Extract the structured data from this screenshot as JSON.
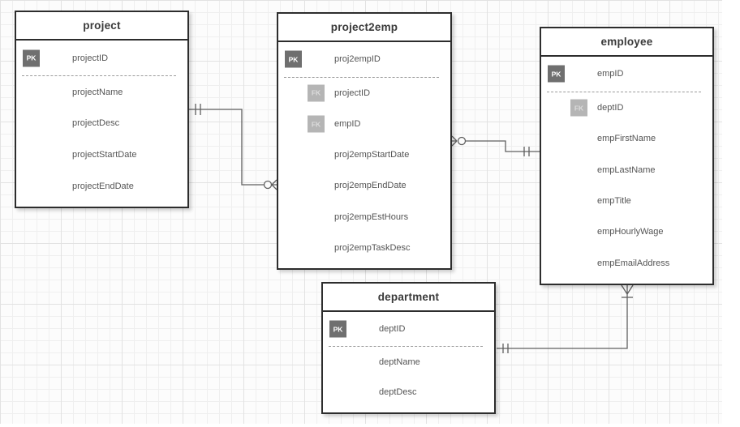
{
  "diagram": {
    "badges": {
      "pk": "PK",
      "fk": "FK"
    },
    "entities": [
      {
        "id": "project",
        "title": "project",
        "fields": [
          {
            "name": "projectID",
            "key": "PK"
          },
          {
            "name": "projectName",
            "key": ""
          },
          {
            "name": "projectDesc",
            "key": ""
          },
          {
            "name": "projectStartDate",
            "key": ""
          },
          {
            "name": "projectEndDate",
            "key": ""
          }
        ]
      },
      {
        "id": "project2emp",
        "title": "project2emp",
        "fields": [
          {
            "name": "proj2empID",
            "key": "PK"
          },
          {
            "name": "projectID",
            "key": "FK"
          },
          {
            "name": "empID",
            "key": "FK"
          },
          {
            "name": "proj2empStartDate",
            "key": ""
          },
          {
            "name": "proj2empEndDate",
            "key": ""
          },
          {
            "name": "proj2empEstHours",
            "key": ""
          },
          {
            "name": "proj2empTaskDesc",
            "key": ""
          }
        ]
      },
      {
        "id": "employee",
        "title": "employee",
        "fields": [
          {
            "name": "empID",
            "key": "PK"
          },
          {
            "name": "deptID",
            "key": "FK"
          },
          {
            "name": "empFirstName",
            "key": ""
          },
          {
            "name": "empLastName",
            "key": ""
          },
          {
            "name": "empTitle",
            "key": ""
          },
          {
            "name": "empHourlyWage",
            "key": ""
          },
          {
            "name": "empEmailAddress",
            "key": ""
          }
        ]
      },
      {
        "id": "department",
        "title": "department",
        "fields": [
          {
            "name": "deptID",
            "key": "PK"
          },
          {
            "name": "deptName",
            "key": ""
          },
          {
            "name": "deptDesc",
            "key": ""
          }
        ]
      }
    ],
    "relationships": [
      {
        "from": "project",
        "to": "project2emp",
        "from_cardinality": "one-and-only-one",
        "to_cardinality": "zero-or-many"
      },
      {
        "from": "employee",
        "to": "project2emp",
        "from_cardinality": "one-and-only-one",
        "to_cardinality": "zero-or-many"
      },
      {
        "from": "department",
        "to": "employee",
        "from_cardinality": "one-and-only-one",
        "to_cardinality": "one-or-many"
      }
    ],
    "colors": {
      "table_border": "#2d2d2d",
      "pk_badge": "#6f6f6f",
      "fk_badge": "#b5b5b5",
      "field_text": "#545454",
      "title_text": "#3a3a3a",
      "connector_line": "#5f5f5f",
      "grid_minor": "#efefef",
      "grid_major": "#e2e2e2",
      "page_background": "#fcfcfc"
    }
  }
}
